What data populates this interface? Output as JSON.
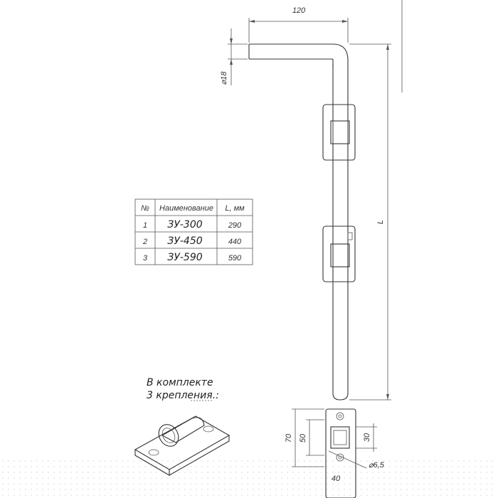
{
  "dimensions": {
    "hook_length": "120",
    "rod_diameter": "⌀18",
    "rod_length": "L",
    "mount_height": "70",
    "mount_inner": "50",
    "slot_height": "30",
    "hole_diameter": "⌀6,5",
    "mount_width_partial": "40"
  },
  "table": {
    "headers": [
      "№",
      "Наименование",
      "L, мм"
    ],
    "rows": [
      {
        "num": "1",
        "name": "ЗУ-300",
        "length": "290"
      },
      {
        "num": "2",
        "name": "ЗУ-450",
        "length": "440"
      },
      {
        "num": "3",
        "name": "ЗУ-590",
        "length": "590"
      }
    ]
  },
  "note": {
    "line1": "В комплекте",
    "line2": "3 крепления.:"
  }
}
